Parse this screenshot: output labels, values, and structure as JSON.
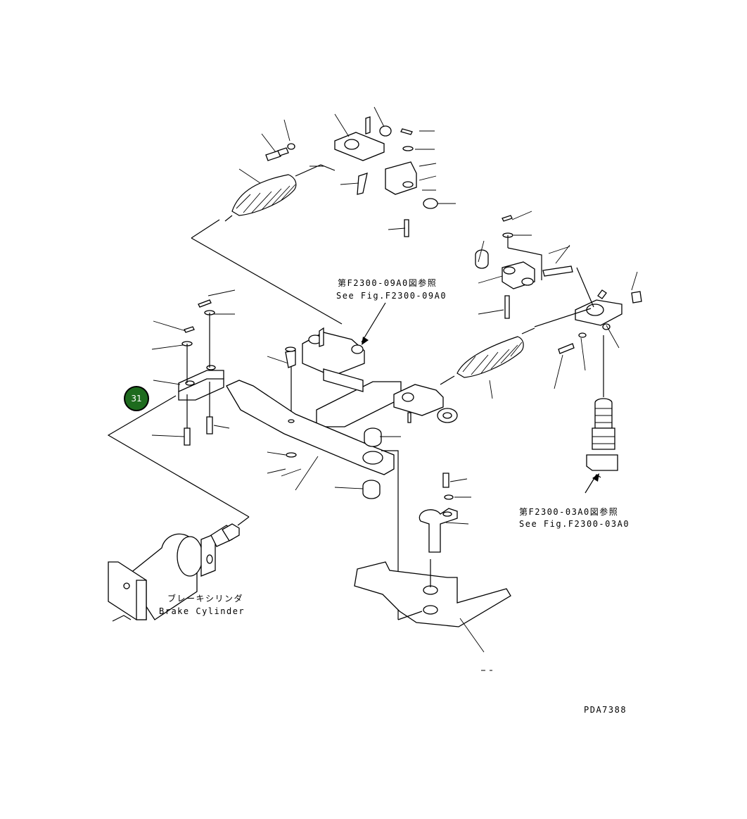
{
  "references": [
    {
      "jp": "第F2300-09A0図参照",
      "en": "See Fig.F2300-09A0"
    },
    {
      "jp": "第F2300-03A0図参照",
      "en": "See Fig.F2300-03A0"
    }
  ],
  "brake_cylinder": {
    "jp": "ブレーキシリンダ",
    "en": "Brake Cylinder"
  },
  "callout": {
    "number": "31",
    "color": "#1e6b1e"
  },
  "drawing_code": "PDA7388"
}
